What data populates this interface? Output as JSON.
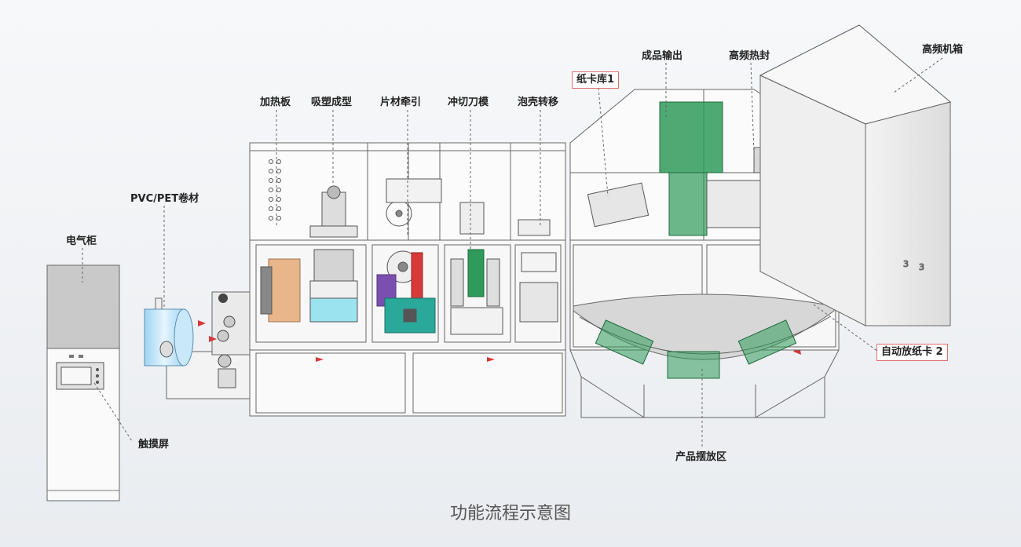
{
  "labels": {
    "electrical_cabinet": "电气柜",
    "touch_screen": "触摸屏",
    "film_roll": "PVC/PET卷材",
    "heating_plate": "加热板",
    "blister_forming": "吸塑成型",
    "sheet_traction": "片材牵引",
    "punch_die": "冲切刀模",
    "blister_transfer": "泡壳转移",
    "card_magazine_1": "纸卡库1",
    "product_output": "成品输出",
    "hf_sealing": "高频热封",
    "hf_cabinet": "高频机箱",
    "auto_card_2": "自动放纸卡 2",
    "product_area": "产品摆放区"
  },
  "caption": "功能流程示意图",
  "colors": {
    "stroke": "#666666",
    "green": "#2f9a5a",
    "purple": "#7a4fb0",
    "red": "#d63a3a",
    "teal": "#2aa89a",
    "callout_box": "#e07070"
  }
}
